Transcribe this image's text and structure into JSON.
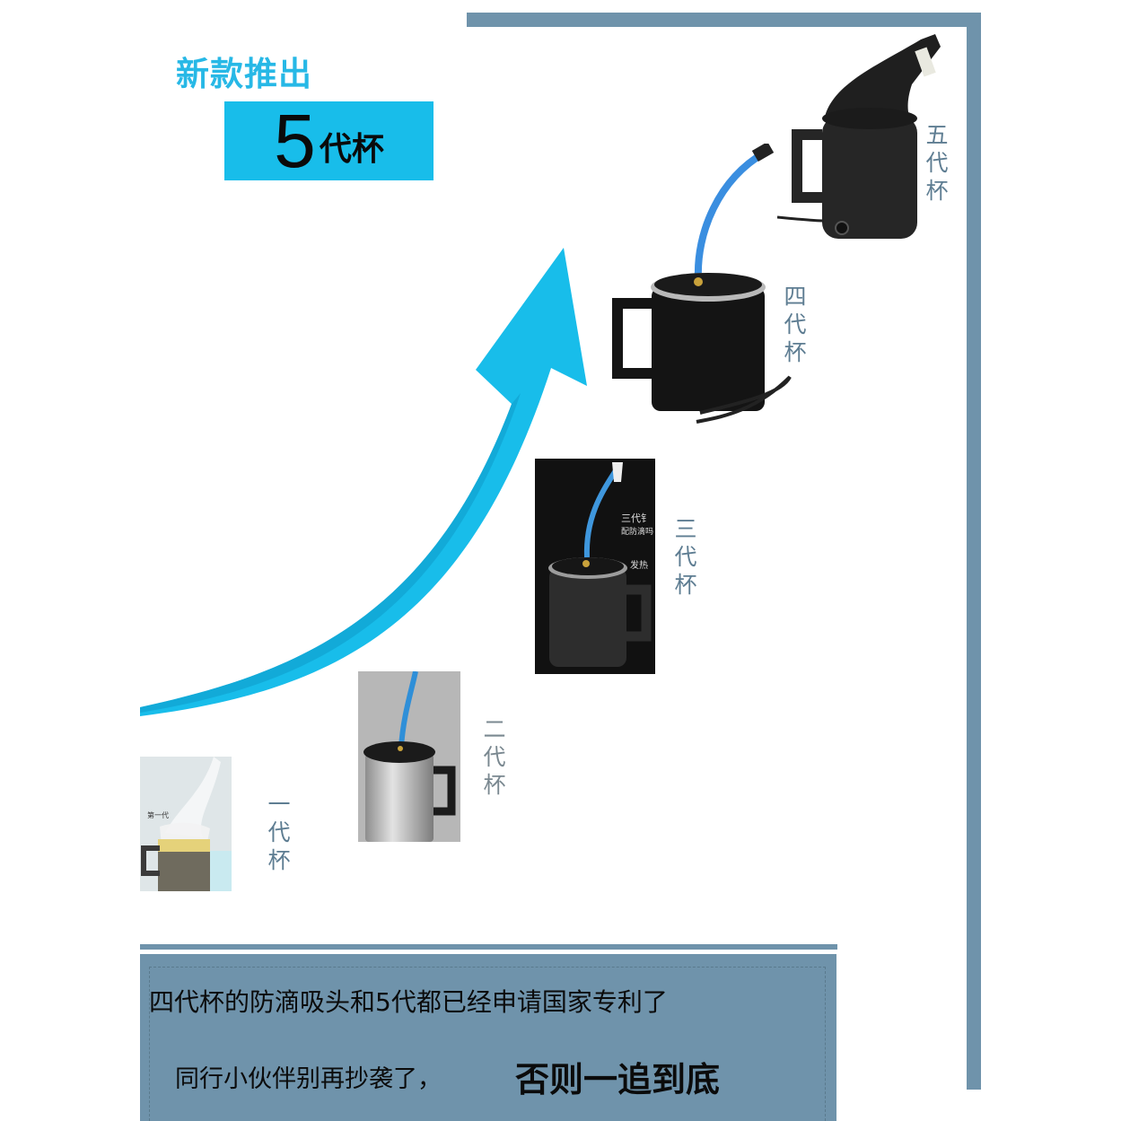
{
  "header": {
    "headline": "新款推出",
    "generation_number": "5",
    "generation_suffix": "代杯"
  },
  "generations": [
    {
      "label": "一代杯",
      "photo_caption": "第一代"
    },
    {
      "label": "二代杯"
    },
    {
      "label": "三代杯",
      "photo_caption": "三代钅",
      "photo_caption_2": "配防滴吗",
      "photo_caption_3": "发热"
    },
    {
      "label": "四代杯"
    },
    {
      "label": "五代杯"
    }
  ],
  "notice": {
    "line1": "四代杯的防滴吸头和5代都已经申请国家专利了",
    "line2": "同行小伙伴别再抄袭了，",
    "line3": "否则一追到底"
  },
  "colors": {
    "accent_blue": "#27b8e6",
    "arrow_blue": "#18bdea",
    "frame_steel": "#6f93ab"
  },
  "icons": [
    "growth-arrow-icon"
  ]
}
